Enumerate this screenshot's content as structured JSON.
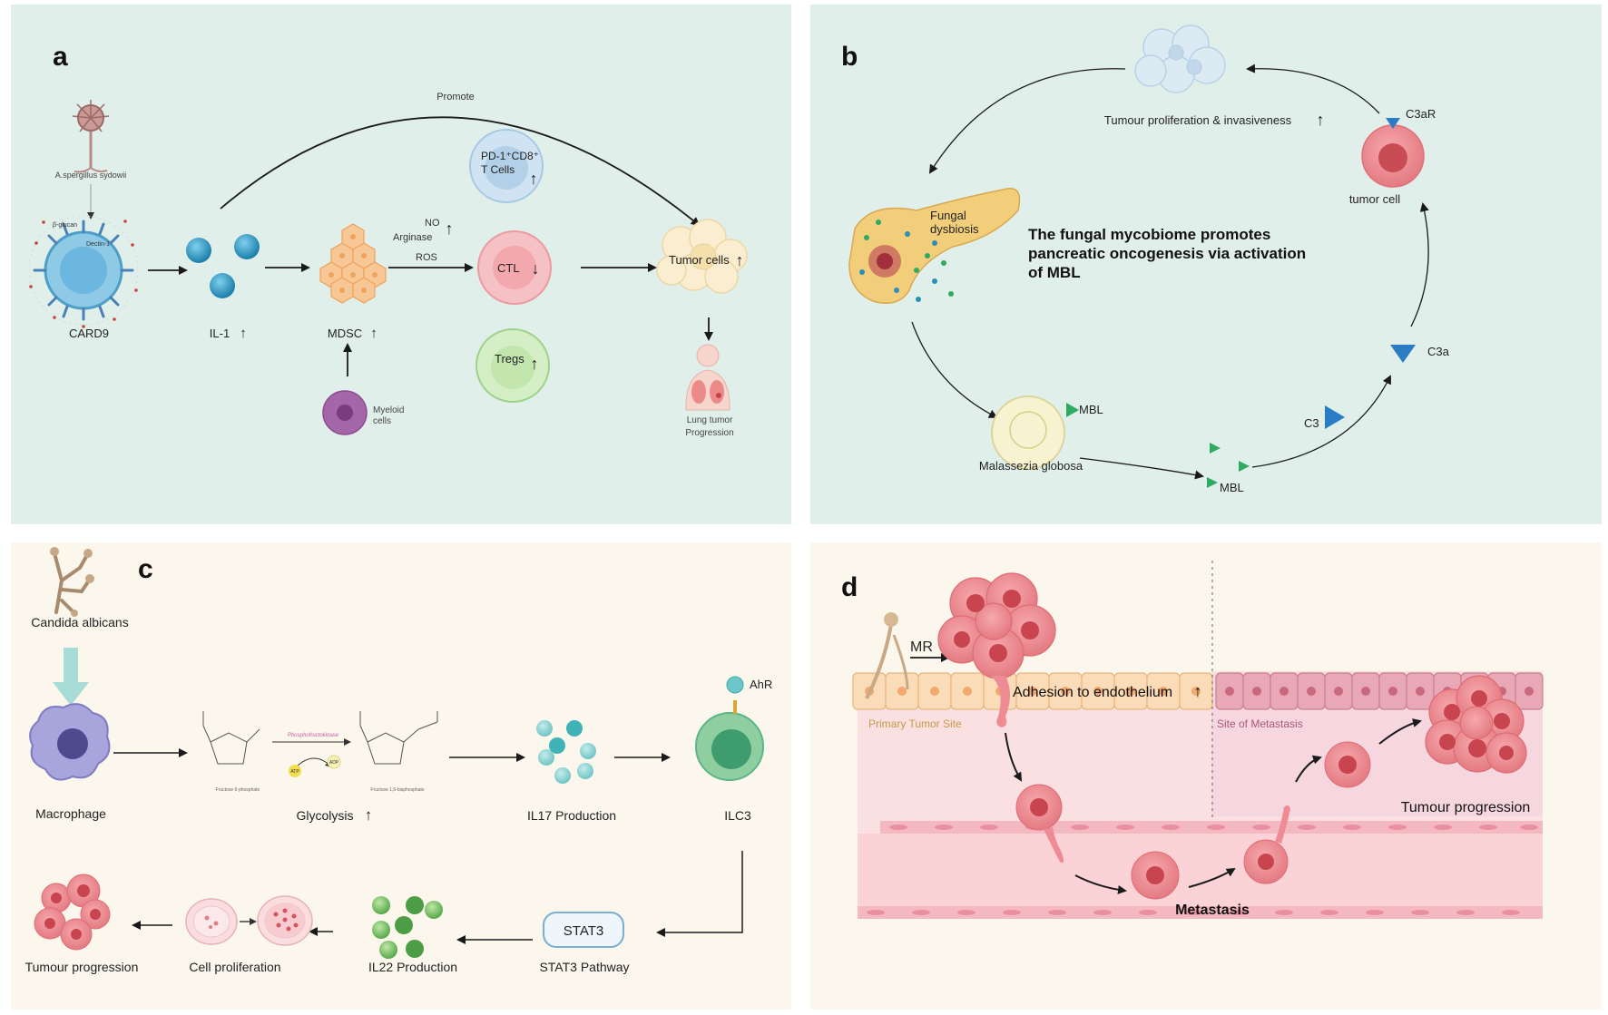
{
  "colors": {
    "panel_ab_bg": "#e1efea",
    "panel_cd_bg": "#fcf7ec",
    "cell_red": "#e8898f",
    "cell_blue": "#2b8fb7",
    "mdsc_orange": "#f6c58f",
    "ctl_pink": "#f4b8bd",
    "tregs_green": "#c8e8b8",
    "myeloid_purple": "#9c5a9f",
    "macrophage_purple": "#8b88c8",
    "ilc3_green": "#5bb48a",
    "mbl_green": "#2faa62",
    "c3_blue": "#2a7cc4",
    "arrow_teal": "#a8dcd6"
  },
  "panel_a": {
    "letter": "a",
    "fungus_label": "A.spergillus sydowii",
    "glucan_label": "β-glucan",
    "dectin_label": "Dectin-1",
    "card9_label": "CARD9",
    "il1_label": "IL-1",
    "mdsc_label": "MDSC",
    "myeloid_label_1": "Myeloid",
    "myeloid_label_2": "cells",
    "no_label": "NO",
    "arginase_label": "Arginase",
    "ros_label": "ROS",
    "pd1_label_1": "PD-1⁺CD8⁺",
    "pd1_label_2": "T Cells",
    "ctl_label": "CTL",
    "tregs_label": "Tregs",
    "tumor_label": "Tumor cells",
    "promote_label": "Promote",
    "lung_label_1": "Lung tumor",
    "lung_label_2": "Progression",
    "up_arrow": "↑",
    "down_arrow": "↓"
  },
  "panel_b": {
    "letter": "b",
    "title_line1": "The fungal mycobiome promotes",
    "title_line2": "pancreatic oncogenesis via activation",
    "title_line3": "of MBL",
    "fungal_dysbiosis_1": "Fungal",
    "fungal_dysbiosis_2": "dysbiosis",
    "tumour_prolif": "Tumour proliferation  & invasiveness",
    "tumor_cell": "tumor cell",
    "c3ar": "C3aR",
    "c3a": "C3a",
    "c3": "C3",
    "mbl_1": "MBL",
    "mbl_2": "MBL",
    "malassezia": "Malassezia globosa",
    "up_arrow": "↑"
  },
  "panel_c": {
    "letter": "c",
    "candida": "Candida albicans",
    "macrophage": "Macrophage",
    "glycolysis": "Glycolysis",
    "il17": "IL17 Production",
    "ilc3": "ILC3",
    "ahr": "AhR",
    "stat3_box": "STAT3",
    "stat3_pathway": "STAT3 Pathway",
    "il22": "IL22 Production",
    "cell_prolif": "Cell proliferation",
    "tumour_prog": "Tumour progression",
    "f6p": "Fructose 6-phosphate",
    "f16bp": "Fructose 1,6-bisphosphate",
    "pfk": "Phosphofructokinase",
    "atp": "ATP",
    "adp": "ADP",
    "up_arrow": "↑"
  },
  "panel_d": {
    "letter": "d",
    "mr": "MR",
    "adhesion": "Adhesion to  endothelium",
    "primary_site": "Primary Tumor Site",
    "metastasis_site": "Site of Metastasis",
    "tumour_prog": "Tumour progression",
    "metastasis": "Metastasis",
    "up_arrow": "↑"
  }
}
